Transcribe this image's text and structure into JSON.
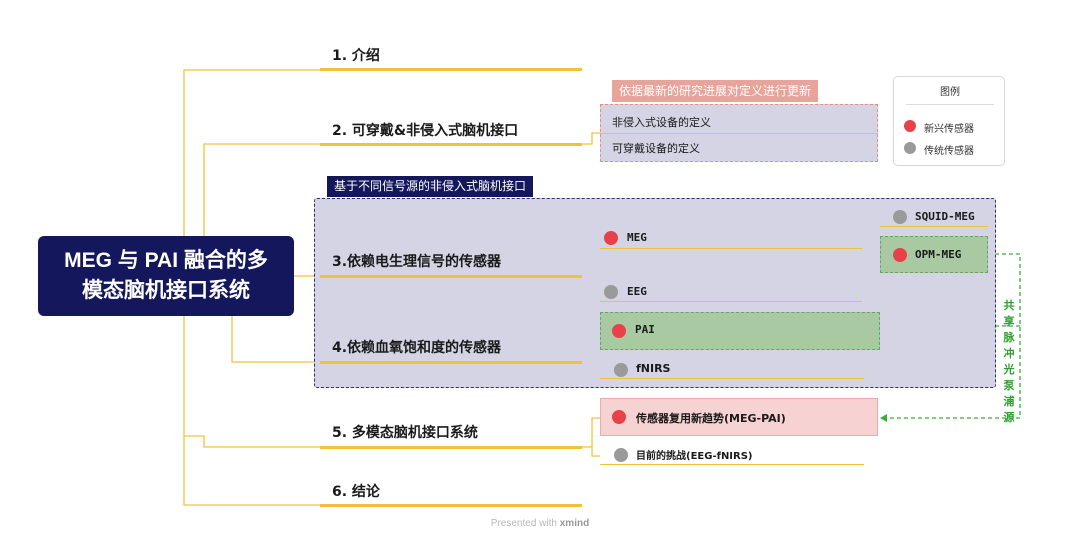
{
  "root": {
    "line1": "MEG 与 PAI 融合的多",
    "line2": "模态脑机接口系统"
  },
  "branches": [
    {
      "label": "1. 介绍"
    },
    {
      "label": "2. 可穿戴&非侵入式脑机接口"
    },
    {
      "label": "3.依赖电生理信号的传感器"
    },
    {
      "label": "4.依赖血氧饱和度的传感器"
    },
    {
      "label": "5. 多模态脑机接口系统"
    },
    {
      "label": "6. 结论"
    }
  ],
  "note": {
    "label": "依据最新的研究进展对定义进行更新",
    "items": [
      "非侵入式设备的定义",
      "可穿戴设备的定义"
    ]
  },
  "group": {
    "label": "基于不同信号源的非侵入式脑机接口"
  },
  "leaves": {
    "meg": "MEG",
    "eeg": "EEG",
    "squid": "SQUID-MEG",
    "opm": "OPM-MEG",
    "pai": "PAI",
    "fnirs": "fNIRS",
    "reuse": "传感器复用新趋势(MEG-PAI)",
    "challenge": "目前的挑战(EEG-fNIRS)"
  },
  "shared_light": "共享脉冲光泵浦源",
  "legend": {
    "title": "图例",
    "items": [
      {
        "label": "新兴传感器",
        "color": "#e8414a"
      },
      {
        "label": "传统传感器",
        "color": "#9a9a9a"
      }
    ]
  },
  "footer": {
    "text": "Presented with",
    "brand": "xmind"
  },
  "colors": {
    "root_bg": "#14175c",
    "branch_line": "#f0c23a",
    "emerging": "#e8414a",
    "traditional": "#9a9a9a",
    "link_green": "#2ea02e"
  }
}
